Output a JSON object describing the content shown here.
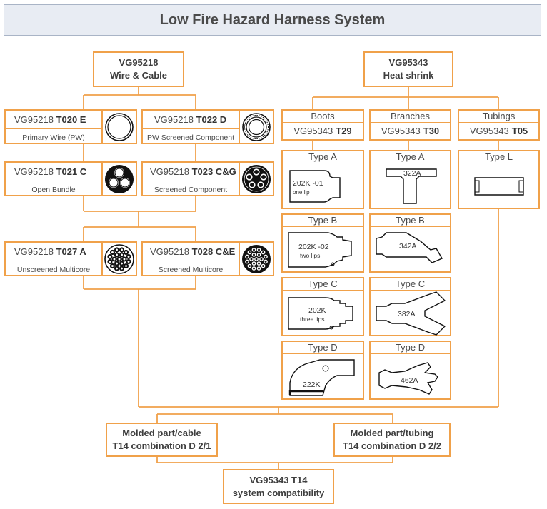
{
  "title": "Low Fire Hazard Harness System",
  "wire_cable": {
    "header": {
      "code": "VG95218",
      "name": "Wire & Cable"
    },
    "items": [
      {
        "code": "VG95218",
        "type": "T020 E",
        "desc": "Primary Wire (PW)",
        "icon": "single-wire-icon"
      },
      {
        "code": "VG95218",
        "type": "T022 D",
        "desc": "PW Screened Component",
        "icon": "screened-wire-icon"
      },
      {
        "code": "VG95218",
        "type": "T021 C",
        "desc": "Open Bundle",
        "icon": "three-core-bundle-icon"
      },
      {
        "code": "VG95218",
        "type": "T023 C&G",
        "desc": "Screened Component",
        "icon": "screened-multi-core-icon"
      },
      {
        "code": "VG95218",
        "type": "T027 A",
        "desc": "Unscreened Multicore",
        "icon": "unscreened-multicore-icon"
      },
      {
        "code": "VG95218",
        "type": "T028 C&E",
        "desc": "Screened Multicore",
        "icon": "screened-multicore-icon"
      }
    ]
  },
  "heat_shrink": {
    "header": {
      "code": "VG95343",
      "name": "Heat shrink"
    },
    "categories": [
      {
        "name": "Boots",
        "code": "VG95343",
        "type": "T29"
      },
      {
        "name": "Branches",
        "code": "VG95343",
        "type": "T30"
      },
      {
        "name": "Tubings",
        "code": "VG95343",
        "type": "T05"
      }
    ],
    "boots": [
      {
        "label": "Type A",
        "part": "202K  -01",
        "note": "one lip"
      },
      {
        "label": "Type B",
        "part": "202K  -02",
        "note": "two lips"
      },
      {
        "label": "Type C",
        "part": "202K",
        "note": "three lips"
      },
      {
        "label": "Type D",
        "part": "222K",
        "note": ""
      }
    ],
    "branches": [
      {
        "label": "Type A",
        "part": "322A"
      },
      {
        "label": "Type B",
        "part": "342A"
      },
      {
        "label": "Type C",
        "part": "382A"
      },
      {
        "label": "Type D",
        "part": "462A"
      }
    ],
    "tubings": [
      {
        "label": "Type L"
      }
    ]
  },
  "molded": [
    {
      "line1": "Molded part/cable",
      "line2": "T14 combination D 2/1"
    },
    {
      "line1": "Molded part/tubing",
      "line2": "T14 combination D 2/2"
    }
  ],
  "compat": {
    "line1": "VG95343 T14",
    "line2": "system compatibility"
  },
  "colors": {
    "accent": "#f0a14a",
    "title_bg": "#e8ecf3",
    "text": "#4a4a4a"
  }
}
